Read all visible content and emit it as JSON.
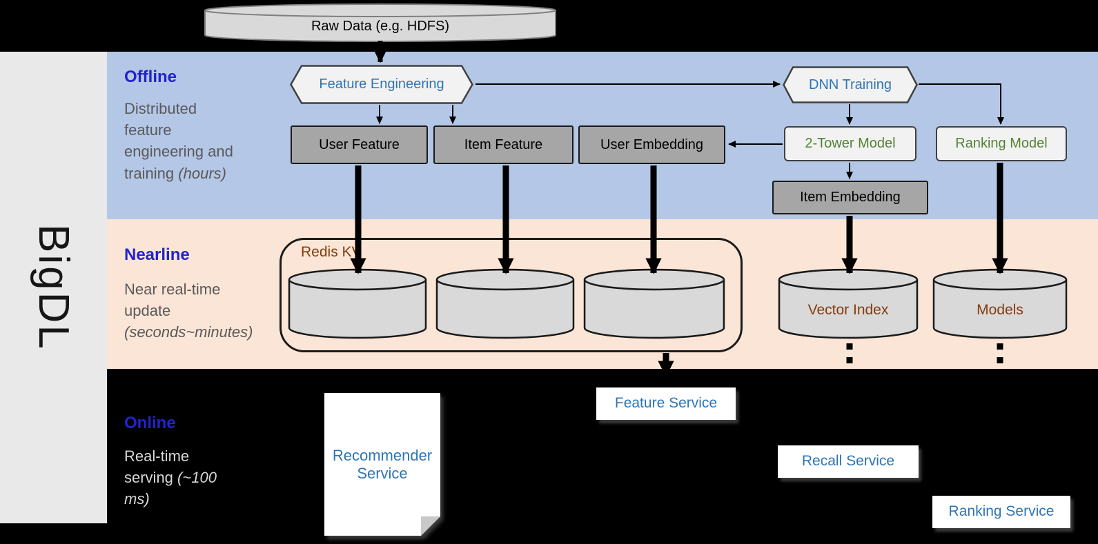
{
  "brand": {
    "label": "BigDL"
  },
  "raw_data": {
    "label": "Raw Data (e.g. HDFS)"
  },
  "lanes": {
    "offline": {
      "heading": "Offline",
      "desc": "Distributed feature engineering and training",
      "note": "(hours)"
    },
    "nearline": {
      "heading": "Nearline",
      "desc": "Near real-time update",
      "note": "(seconds~minutes)"
    },
    "online": {
      "heading": "Online",
      "desc": "Real-time serving",
      "note": "(~100 ms)"
    }
  },
  "nodes": {
    "feature_engineering": {
      "label": "Feature Engineering"
    },
    "dnn_training": {
      "label": "DNN Training"
    },
    "user_feature": {
      "label": "User Feature"
    },
    "item_feature": {
      "label": "Item Feature"
    },
    "user_embedding": {
      "label": "User Embedding"
    },
    "two_tower_model": {
      "label": "2-Tower Model"
    },
    "ranking_model": {
      "label": "Ranking Model"
    },
    "item_embedding": {
      "label": "Item Embedding"
    }
  },
  "stores": {
    "redis_kv": {
      "label": "Redis KV"
    },
    "vector_index": {
      "label": "Vector Index"
    },
    "models": {
      "label": "Models"
    }
  },
  "services": {
    "recommender": {
      "label": "Recommender Service"
    },
    "feature": {
      "label": "Feature Service"
    },
    "recall": {
      "label": "Recall Service"
    },
    "ranking": {
      "label": "Ranking Service"
    }
  },
  "colors": {
    "offline_band": "#b4c7e7",
    "nearline_band": "#fbe5d6",
    "online_band": "#000000",
    "sidebar": "#e9e9e9",
    "heading_blue": "#2323cc",
    "node_blue": "#2e75b6",
    "node_green": "#548235",
    "store_brown": "#843c0c",
    "dark_box": "#a6a6a6",
    "light_box": "#f2f2f2",
    "cylinder_fill": "#d9d9d9"
  }
}
